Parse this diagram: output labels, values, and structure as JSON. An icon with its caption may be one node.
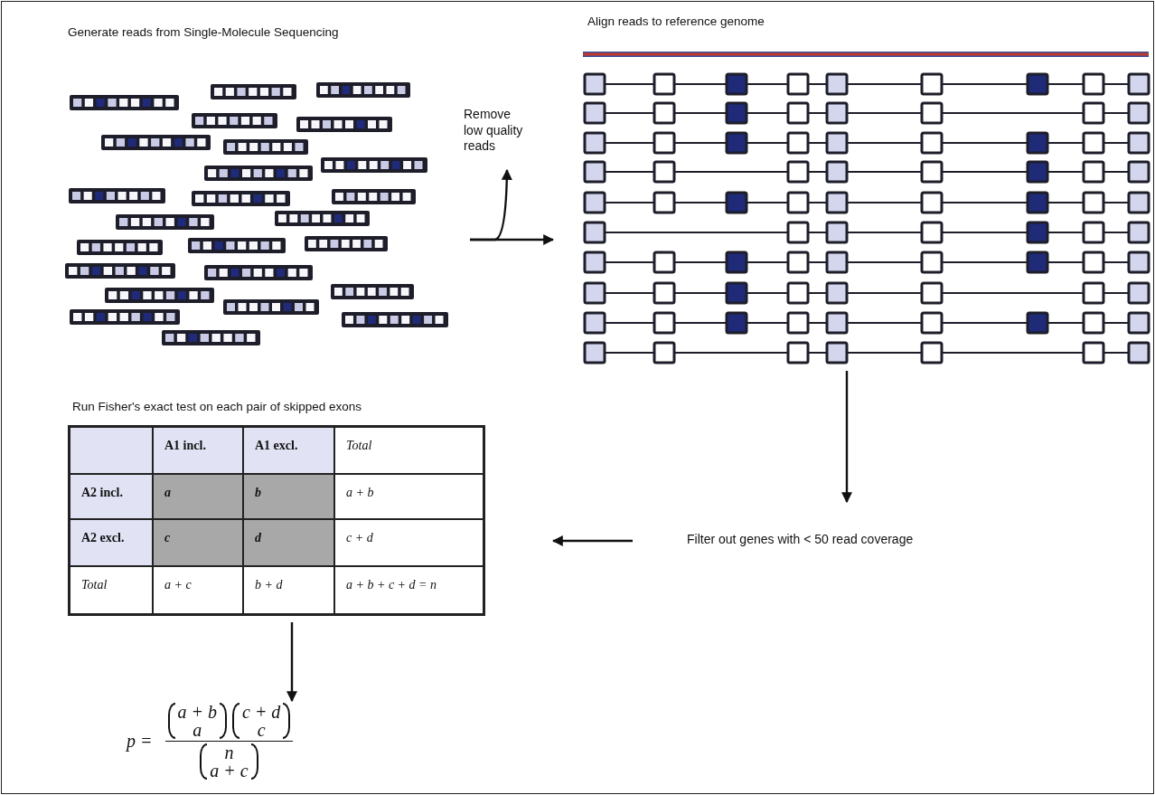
{
  "diagram": {
    "nodes": [
      {
        "text": [
          "Generate reads from Single-Molecule Sequencing"
        ]
      },
      {
        "text": [
          "Remove low quality reads"
        ]
      },
      {
        "text": [
          "Align reads to reference genome"
        ]
      },
      {
        "text": [
          "Filter out genes with < 50 read coverage"
        ]
      },
      {
        "text": [
          "Run Fisher's exact test on each pair of skipped exons"
        ]
      },
      {
        "text": [
          "p =",
          "a + b",
          "a",
          "c + d",
          "c",
          "n",
          "a + c"
        ]
      }
    ],
    "edges": [
      {
        "from": 0,
        "to": 2,
        "arrow": "to"
      },
      {
        "from": 0,
        "to": 1,
        "arrow": "to"
      },
      {
        "from": 2,
        "to": 3,
        "arrow": "to"
      },
      {
        "from": 3,
        "to": 4,
        "arrow": "to"
      },
      {
        "from": 4,
        "to": 5,
        "arrow": "to"
      }
    ],
    "labels": [
      "A1 incl.",
      "A1 excl.",
      "Total",
      "A2 incl.",
      "a",
      "b",
      "a + b",
      "A2 excl.",
      "c",
      "d",
      "c + d",
      "Total",
      "a + c",
      "b + d",
      "a + b + c + d = n"
    ]
  }
}
